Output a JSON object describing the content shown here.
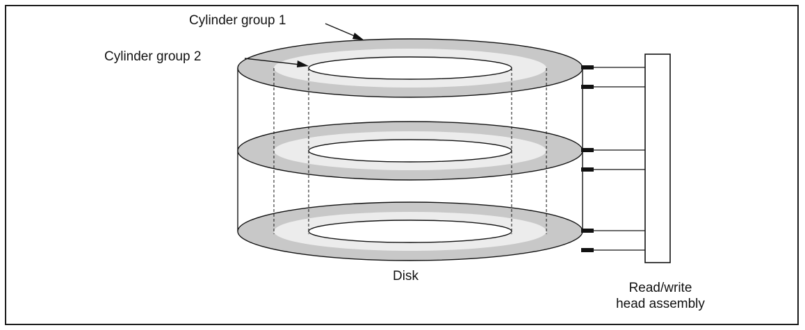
{
  "labels": {
    "cylinder_group_1": "Cylinder group 1",
    "cylinder_group_2": "Cylinder group 2",
    "disk": "Disk",
    "head_assembly_line1": "Read/write",
    "head_assembly_line2": "head assembly"
  },
  "colors": {
    "platter_fill": "#c8c8c8",
    "inner_band": "#ececec",
    "hole_fill": "#ffffff",
    "stroke": "#111111",
    "head": "#111111"
  },
  "platters": [
    "top",
    "middle",
    "bottom"
  ]
}
